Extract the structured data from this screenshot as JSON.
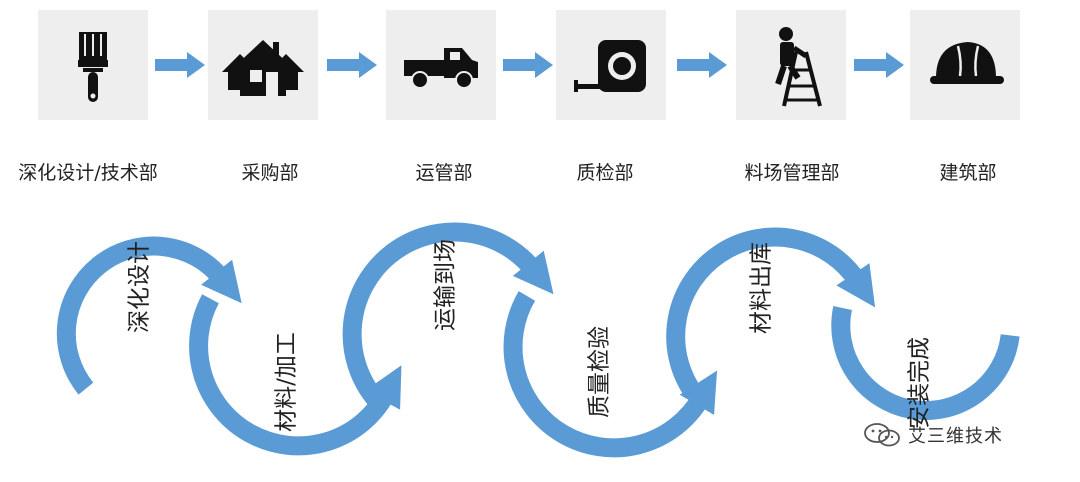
{
  "top_row": {
    "departments": [
      {
        "label": "深化设计/技术部",
        "icon": "paintbrush-icon"
      },
      {
        "label": "采购部",
        "icon": "houses-icon"
      },
      {
        "label": "运管部",
        "icon": "pickup-truck-icon"
      },
      {
        "label": "质检部",
        "icon": "tape-measure-icon"
      },
      {
        "label": "料场管理部",
        "icon": "worker-ladder-icon"
      },
      {
        "label": "建筑部",
        "icon": "hard-hat-icon"
      }
    ],
    "arrow_color": "#5b9bd5"
  },
  "flow": {
    "steps": [
      "深化设计",
      "材料/加工",
      "运输到场",
      "质量检验",
      "材料出库",
      "安装完成"
    ],
    "loop_color": "#5b9bd5"
  },
  "watermark": {
    "text": "艾三维技术",
    "icon": "wechat-icon"
  }
}
